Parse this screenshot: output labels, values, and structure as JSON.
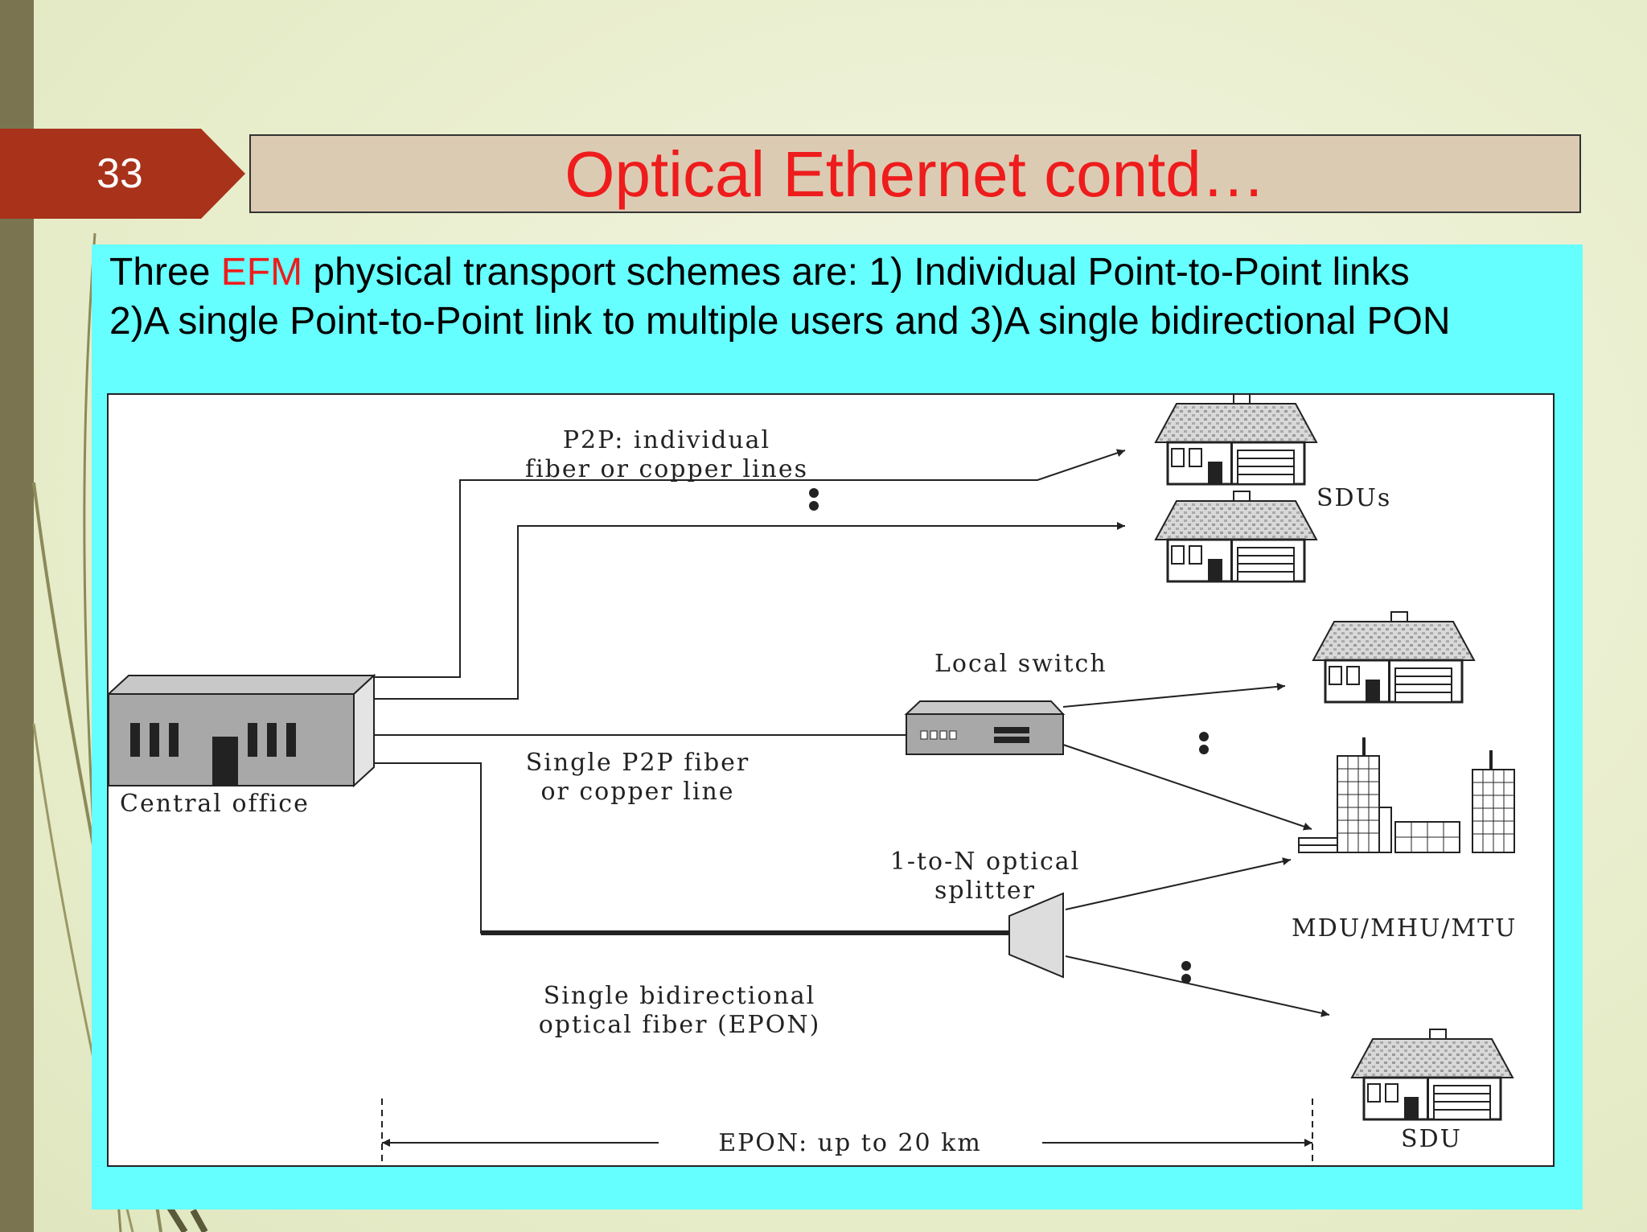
{
  "slide": {
    "number": "33",
    "title": "Optical Ethernet contd…",
    "intro_parts": [
      "Three ",
      "EFM",
      " physical transport  schemes are: 1) Individual Point-to-Point links",
      "2)A single Point-to-Point link to multiple  users and 3)A single bidirectional PON"
    ],
    "colors": {
      "title": "#ee1c1c",
      "accent_tab": "#a8321a",
      "content_bg": "#66ffff",
      "title_bg": "#dccbb3"
    }
  },
  "diagram": {
    "p2p_label": [
      "P2P: individual",
      "fiber or copper lines"
    ],
    "sdus_label": "SDUs",
    "local_switch_label": "Local switch",
    "central_office_label": "Central office",
    "single_p2p_label": [
      "Single P2P fiber",
      "or copper line"
    ],
    "splitter_label": [
      "1-to-N optical",
      "splitter"
    ],
    "mdu_label": "MDU/MHU/MTU",
    "epon_fiber_label": [
      "Single bidirectional",
      "optical fiber (EPON)"
    ],
    "sdu_label": "SDU",
    "epon_range_label": "EPON: up to 20 km"
  }
}
